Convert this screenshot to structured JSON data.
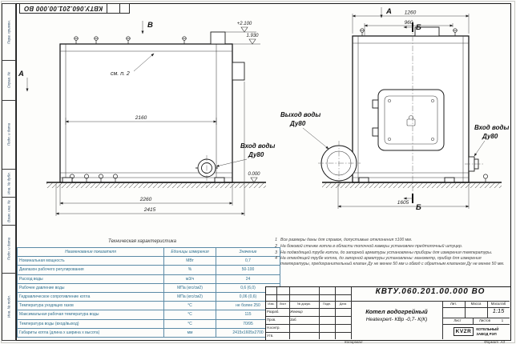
{
  "sheet": {
    "stamp_top": "КВТУ.060.201.00.000 ВО",
    "format_label": "Формат",
    "format_value": "А3",
    "kopiroval": "Копировал",
    "frame_labels": [
      "Перв. примен.",
      "Справ. №",
      "Подп. и дата",
      "Инв. № дубл.",
      "Взам. инв. №",
      "Подп. и дата",
      "Инв. № подл."
    ]
  },
  "drawing": {
    "marks": {
      "a_left": "А",
      "b_top": "В",
      "a_right": "А",
      "b_sec": "Б"
    },
    "labels": {
      "see_note": "см. п. 2",
      "outlet": "Выход воды",
      "outlet_dn": "Ду80",
      "inlet_front": "Вход воды",
      "inlet_front_dn": "Ду80",
      "inlet_side": "Вход воды",
      "inlet_side_dn": "Ду80"
    },
    "elevations": {
      "top": "+2.100",
      "mid": "1.930",
      "zero": "0.000"
    },
    "dims": {
      "front_inner": "2160",
      "front_outer": "2260",
      "front_total": "2415",
      "side_top": "1260",
      "side_inner": "960",
      "side_bottom": "1605"
    }
  },
  "notes": {
    "items": [
      {
        "num": "1",
        "text": "Все размеры даны для справок, допустимые отклонения ±100 мм."
      },
      {
        "num": "2",
        "text": "На боковой стенке котла в области топочной камеры установлен предтопочный штуцер."
      },
      {
        "num": "3",
        "text": "На подводящей трубе котла, до запорной арматуры установлены приборы для измерения температуры."
      },
      {
        "num": "4",
        "text": "На отводящей трубе котла, до запорной арматуры установлены: манометр, прибор для измерения температуры, предохранительный клапан Ду не менее 50 мм и обвод с обратным клапаном Ду не менее 50 мм."
      }
    ]
  },
  "tech_table": {
    "title": "Техническая характеристика",
    "headers": [
      "Наименование показателя",
      "Единицы измерения",
      "Значение"
    ],
    "rows": [
      [
        "Номинальная мощность",
        "МВт",
        "0,7"
      ],
      [
        "Диапазон рабочего регулирования",
        "%",
        "50-100"
      ],
      [
        "Расход воды",
        "м3/ч",
        "24"
      ],
      [
        "Рабочее давление воды",
        "МПа (кгс/см2)",
        "0,6 (6,0)"
      ],
      [
        "Гидравлическое сопротивление котла",
        "МПа (кгс/см2)",
        "0,06 (0,6)"
      ],
      [
        "Температура уходящих газов",
        "°С",
        "не более 250"
      ],
      [
        "Максимальная рабочая температура воды",
        "°С",
        "115"
      ],
      [
        "Температура воды (вход/выход)",
        "°С",
        "70/95"
      ],
      [
        "Габариты котла (длина х ширина х высота)",
        "мм",
        "2415х1605х2700"
      ]
    ]
  },
  "title_block": {
    "designation": "КВТУ.060.201.00.000 ВО",
    "name_line1": "Котел водогрейный",
    "name_line2": "Heatexpert- КВр -0,7- К(К)",
    "lit_label": "Лит.",
    "mass_label": "Масса",
    "scale_label": "Масштаб",
    "scale_value": "1:15",
    "sheet_label": "Лист",
    "sheets_label": "Листов",
    "sheets_value": "1",
    "header_cols": [
      "Изм.",
      "Лист",
      "№ докум.",
      "Подп.",
      "Дата"
    ],
    "rows": [
      {
        "role": "Разраб.",
        "name": "Жевнир"
      },
      {
        "role": "Пров.",
        "name": "Заб."
      },
      {
        "role": "Н.контр.",
        "name": ""
      },
      {
        "role": "Утв.",
        "name": ""
      }
    ],
    "company_logo": "KVZR",
    "company_line1": "КОТЕЛЬНЫЙ",
    "company_line2": "ЗАВОД РЭП"
  }
}
